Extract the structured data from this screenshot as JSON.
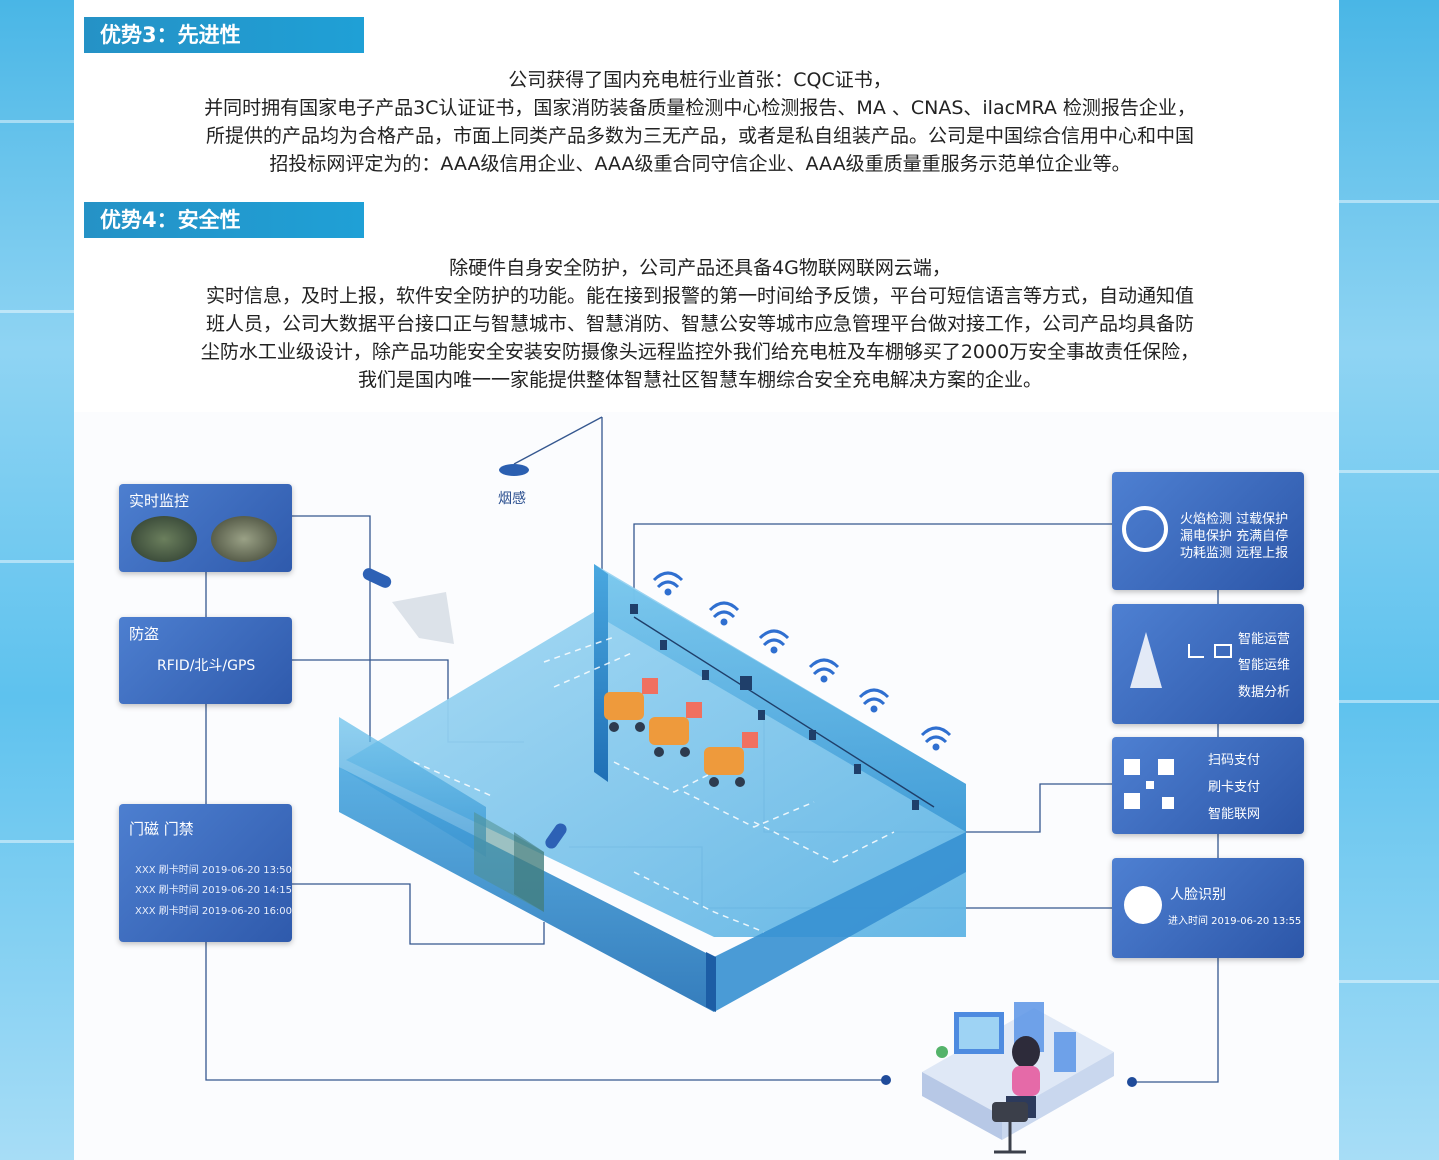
{
  "sections": [
    {
      "heading": "优势3：先进性",
      "lines": [
        "公司获得了国内充电桩行业首张：CQC证书，",
        "并同时拥有国家电子产品3C认证证书，国家消防装备质量检测中心检测报告、MA 、CNAS、ilacMRA 检测报告企业，",
        "所提供的产品均为合格产品，市面上同类产品多数为三无产品，或者是私自组装产品。公司是中国综合信用中心和中国",
        "招投标网评定为的：AAA级信用企业、AAA级重合同守信企业、AAA级重质量重服务示范单位企业等。"
      ]
    },
    {
      "heading": "优势4：安全性",
      "lines": [
        "除硬件自身安全防护，公司产品还具备4G物联网联网云端，",
        "实时信息，及时上报，软件安全防护的功能。能在接到报警的第一时间给予反馈，平台可短信语言等方式，自动通知值",
        "班人员，公司大数据平台接口正与智慧城市、智慧消防、智慧公安等城市应急管理平台做对接工作，公司产品均具备防",
        "尘防水工业级设计，除产品功能安全安装安防摄像头远程监控外我们给充电桩及车棚够买了2000万安全事故责任保险，",
        "我们是国内唯一一家能提供整体智慧社区智慧车棚综合安全充电解决方案的企业。"
      ]
    }
  ],
  "diagram": {
    "smoke_label": "烟感",
    "left_panels": {
      "monitor": {
        "title": "实时监控"
      },
      "theft": {
        "title": "防盗",
        "text": "RFID/北斗/GPS"
      },
      "door": {
        "title": "门磁  门禁",
        "logs": [
          "XXX 刷卡时间 2019-06-20 13:50",
          "XXX 刷卡时间 2019-06-20 14:15",
          "XXX 刷卡时间 2019-06-20 16:00"
        ]
      }
    },
    "right_panels": {
      "protect": {
        "lines": [
          "火焰检测  过载保护",
          "漏电保护  充满自停",
          "功耗监测  远程上报"
        ]
      },
      "ops": {
        "lines": [
          "智能运营",
          "智能运维",
          "数据分析"
        ]
      },
      "pay": {
        "lines": [
          "扫码支付",
          "刷卡支付",
          "智能联网"
        ]
      },
      "face": {
        "title": "人脸识别",
        "text": "进入时间 2019-06-20 13:55"
      }
    },
    "colors": {
      "panel": "#3a68bc",
      "line": "#2d4f8f",
      "floor": "#7cc4ea",
      "heading": "#2196cc"
    }
  }
}
